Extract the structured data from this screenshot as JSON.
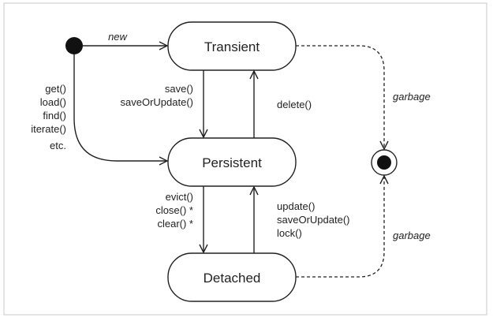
{
  "states": {
    "transient": "Transient",
    "persistent": "Persistent",
    "detached": "Detached"
  },
  "transitions": {
    "initial_to_transient": "new",
    "initial_to_persistent": [
      "get()",
      "load()",
      "find()",
      "iterate()",
      "etc."
    ],
    "transient_to_persistent": [
      "save()",
      "saveOrUpdate()"
    ],
    "persistent_to_transient": "delete()",
    "persistent_to_detached": [
      "evict()",
      "close() *",
      "clear() *"
    ],
    "detached_to_persistent": [
      "update()",
      "saveOrUpdate()",
      "lock()"
    ],
    "transient_to_final": "garbage",
    "detached_to_final": "garbage"
  },
  "colors": {
    "stroke": "#222222",
    "node_fill": "#ffffff",
    "initial_fill": "#111111"
  }
}
